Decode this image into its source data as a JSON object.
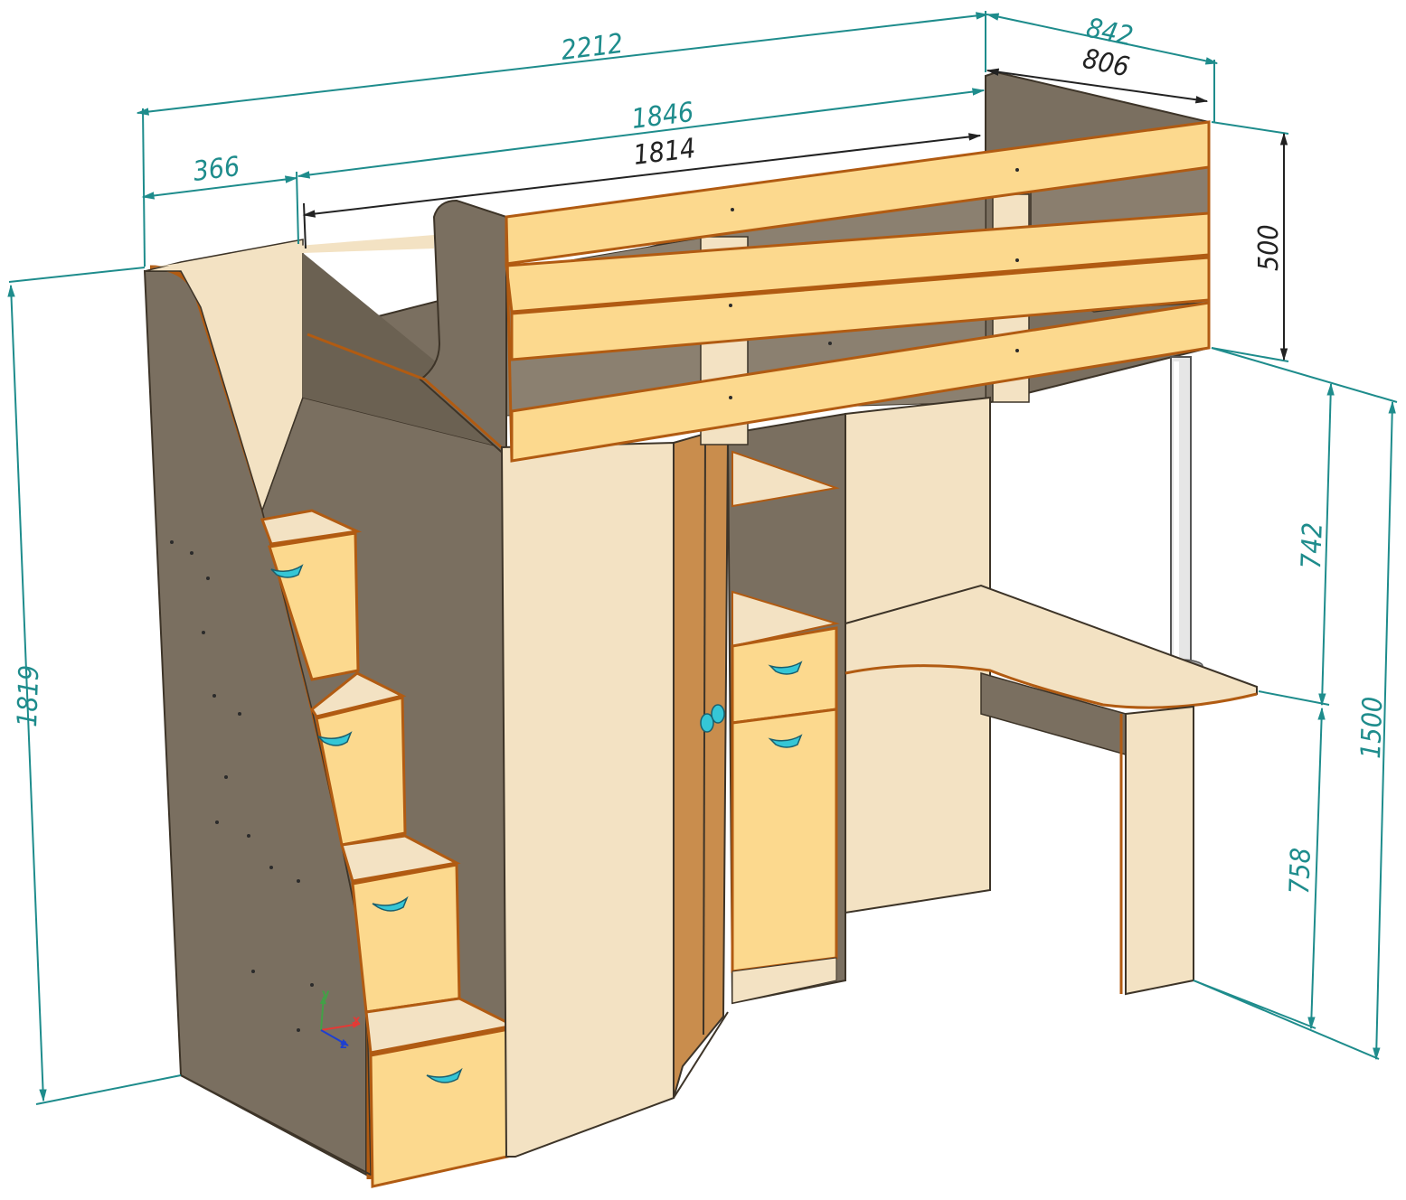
{
  "dimensions": {
    "overall_length": "2212",
    "overall_depth": "842",
    "inner_depth": "806",
    "berth_outer_length": "1846",
    "berth_inner_length": "1814",
    "stair_width": "366",
    "overall_height": "1819",
    "rail_height": "500",
    "desk_to_berth": "742",
    "desk_height": "758",
    "berth_underside_height": "1500"
  },
  "axes": {
    "x": "x",
    "y": "y",
    "z": "z"
  },
  "colors": {
    "dimension": "#1e8c8c",
    "accent_front": "#fcd98e",
    "light_panel": "#f3e2c3",
    "dark_panel": "#7a6f60",
    "edge": "#b15b12",
    "handle": "#35c6d6"
  }
}
